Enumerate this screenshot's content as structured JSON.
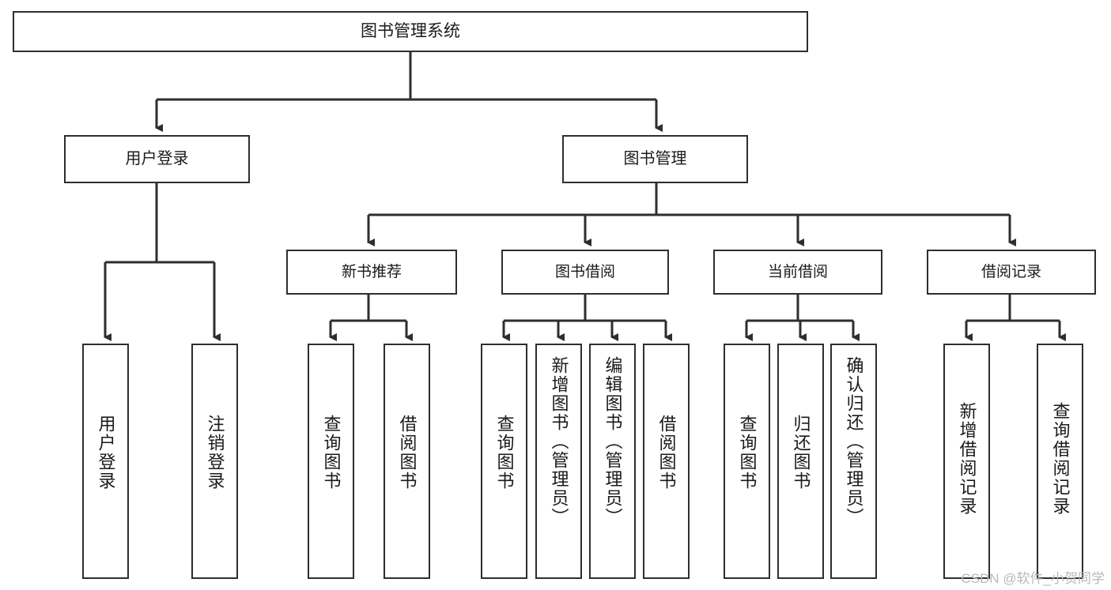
{
  "diagram": {
    "type": "tree",
    "title": "图书管理系统",
    "root": {
      "label": "图书管理系统"
    },
    "level1": [
      {
        "label": "用户登录"
      },
      {
        "label": "图书管理"
      }
    ],
    "level2": [
      {
        "label": "新书推荐"
      },
      {
        "label": "图书借阅"
      },
      {
        "label": "当前借阅"
      },
      {
        "label": "借阅记录"
      }
    ],
    "leaves": {
      "user_login": [
        {
          "label": "用户登录"
        },
        {
          "label": "注销登录"
        }
      ],
      "new_book_recommend": [
        {
          "label": "查询图书"
        },
        {
          "label": "借阅图书"
        }
      ],
      "book_borrow": [
        {
          "label": "查询图书"
        },
        {
          "label": "新增图书（管理员）"
        },
        {
          "label": "编辑图书（管理员）"
        },
        {
          "label": "借阅图书"
        }
      ],
      "current_borrow": [
        {
          "label": "查询图书"
        },
        {
          "label": "归还图书"
        },
        {
          "label": "确认归还（管理员）"
        }
      ],
      "borrow_record": [
        {
          "label": "新增借阅记录"
        },
        {
          "label": "查询借阅记录"
        }
      ]
    }
  },
  "watermark": {
    "text": "CSDN @软件_小贺同学"
  },
  "colors": {
    "stroke": "#2e2e2e",
    "text": "#1a1a1a",
    "background": "#ffffff",
    "watermark": "#b9b9b9"
  }
}
